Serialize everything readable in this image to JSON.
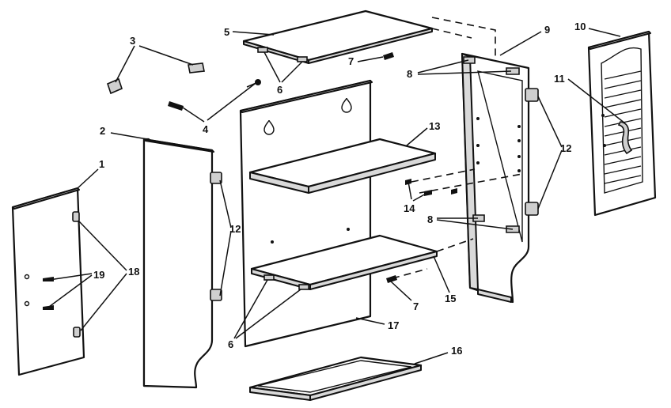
{
  "callouts": [
    {
      "id": "c1",
      "text": "1"
    },
    {
      "id": "c2",
      "text": "2"
    },
    {
      "id": "c3",
      "text": "3"
    },
    {
      "id": "c4",
      "text": "4"
    },
    {
      "id": "c5",
      "text": "5"
    },
    {
      "id": "c6a",
      "text": "6"
    },
    {
      "id": "c6b",
      "text": "6"
    },
    {
      "id": "c7a",
      "text": "7"
    },
    {
      "id": "c7b",
      "text": "7"
    },
    {
      "id": "c8a",
      "text": "8"
    },
    {
      "id": "c8b",
      "text": "8"
    },
    {
      "id": "c9",
      "text": "9"
    },
    {
      "id": "c10",
      "text": "10"
    },
    {
      "id": "c11",
      "text": "11"
    },
    {
      "id": "c12a",
      "text": "12"
    },
    {
      "id": "c12b",
      "text": "12"
    },
    {
      "id": "c13",
      "text": "13"
    },
    {
      "id": "c14",
      "text": "14"
    },
    {
      "id": "c15",
      "text": "15"
    },
    {
      "id": "c16",
      "text": "16"
    },
    {
      "id": "c17",
      "text": "17"
    },
    {
      "id": "c18",
      "text": "18"
    },
    {
      "id": "c19",
      "text": "19"
    }
  ]
}
